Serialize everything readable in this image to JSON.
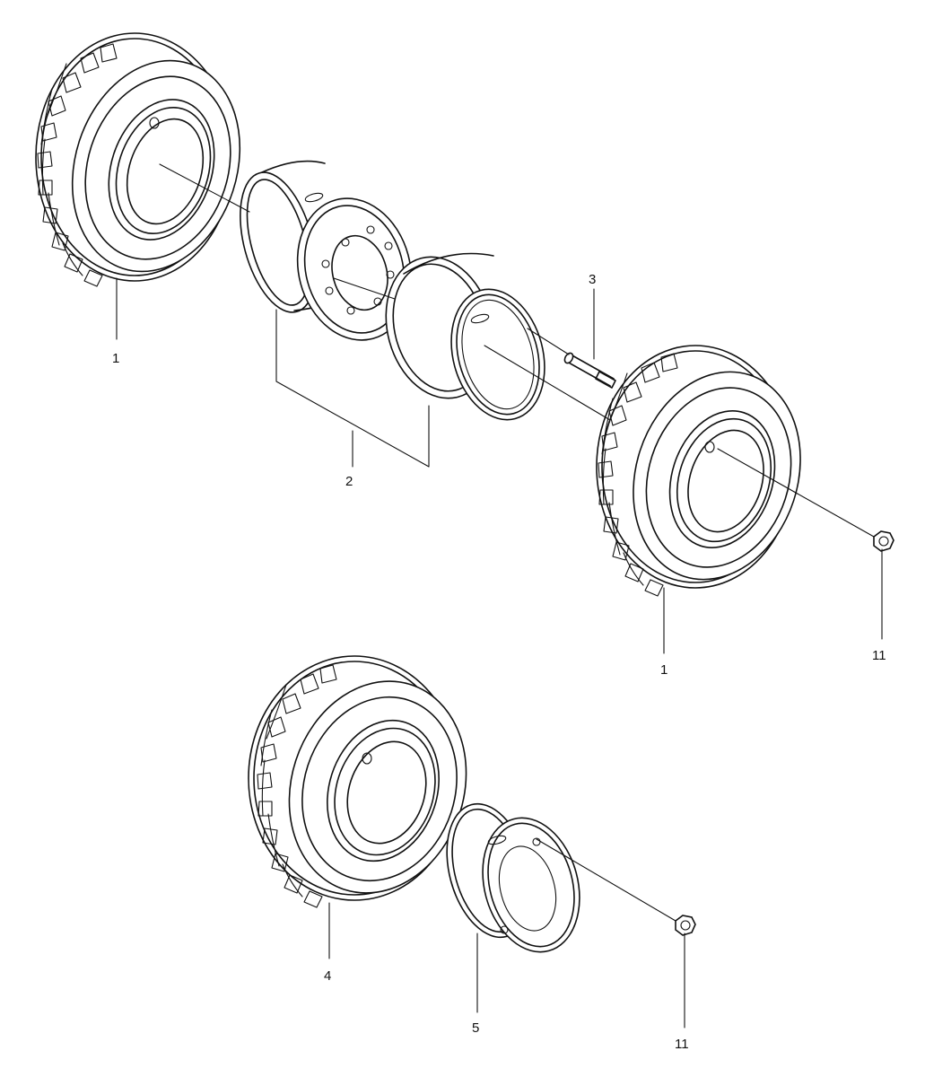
{
  "diagram": {
    "callouts": {
      "tire_top_left": "1",
      "rim_assembly": "2",
      "rim_bolt": "3",
      "tire_right": "1",
      "nut_right": "11",
      "tire_bottom": "4",
      "rim_bottom": "5",
      "nut_bottom": "11"
    },
    "colors": {
      "ink": "#111111",
      "paper": "#ffffff"
    }
  }
}
